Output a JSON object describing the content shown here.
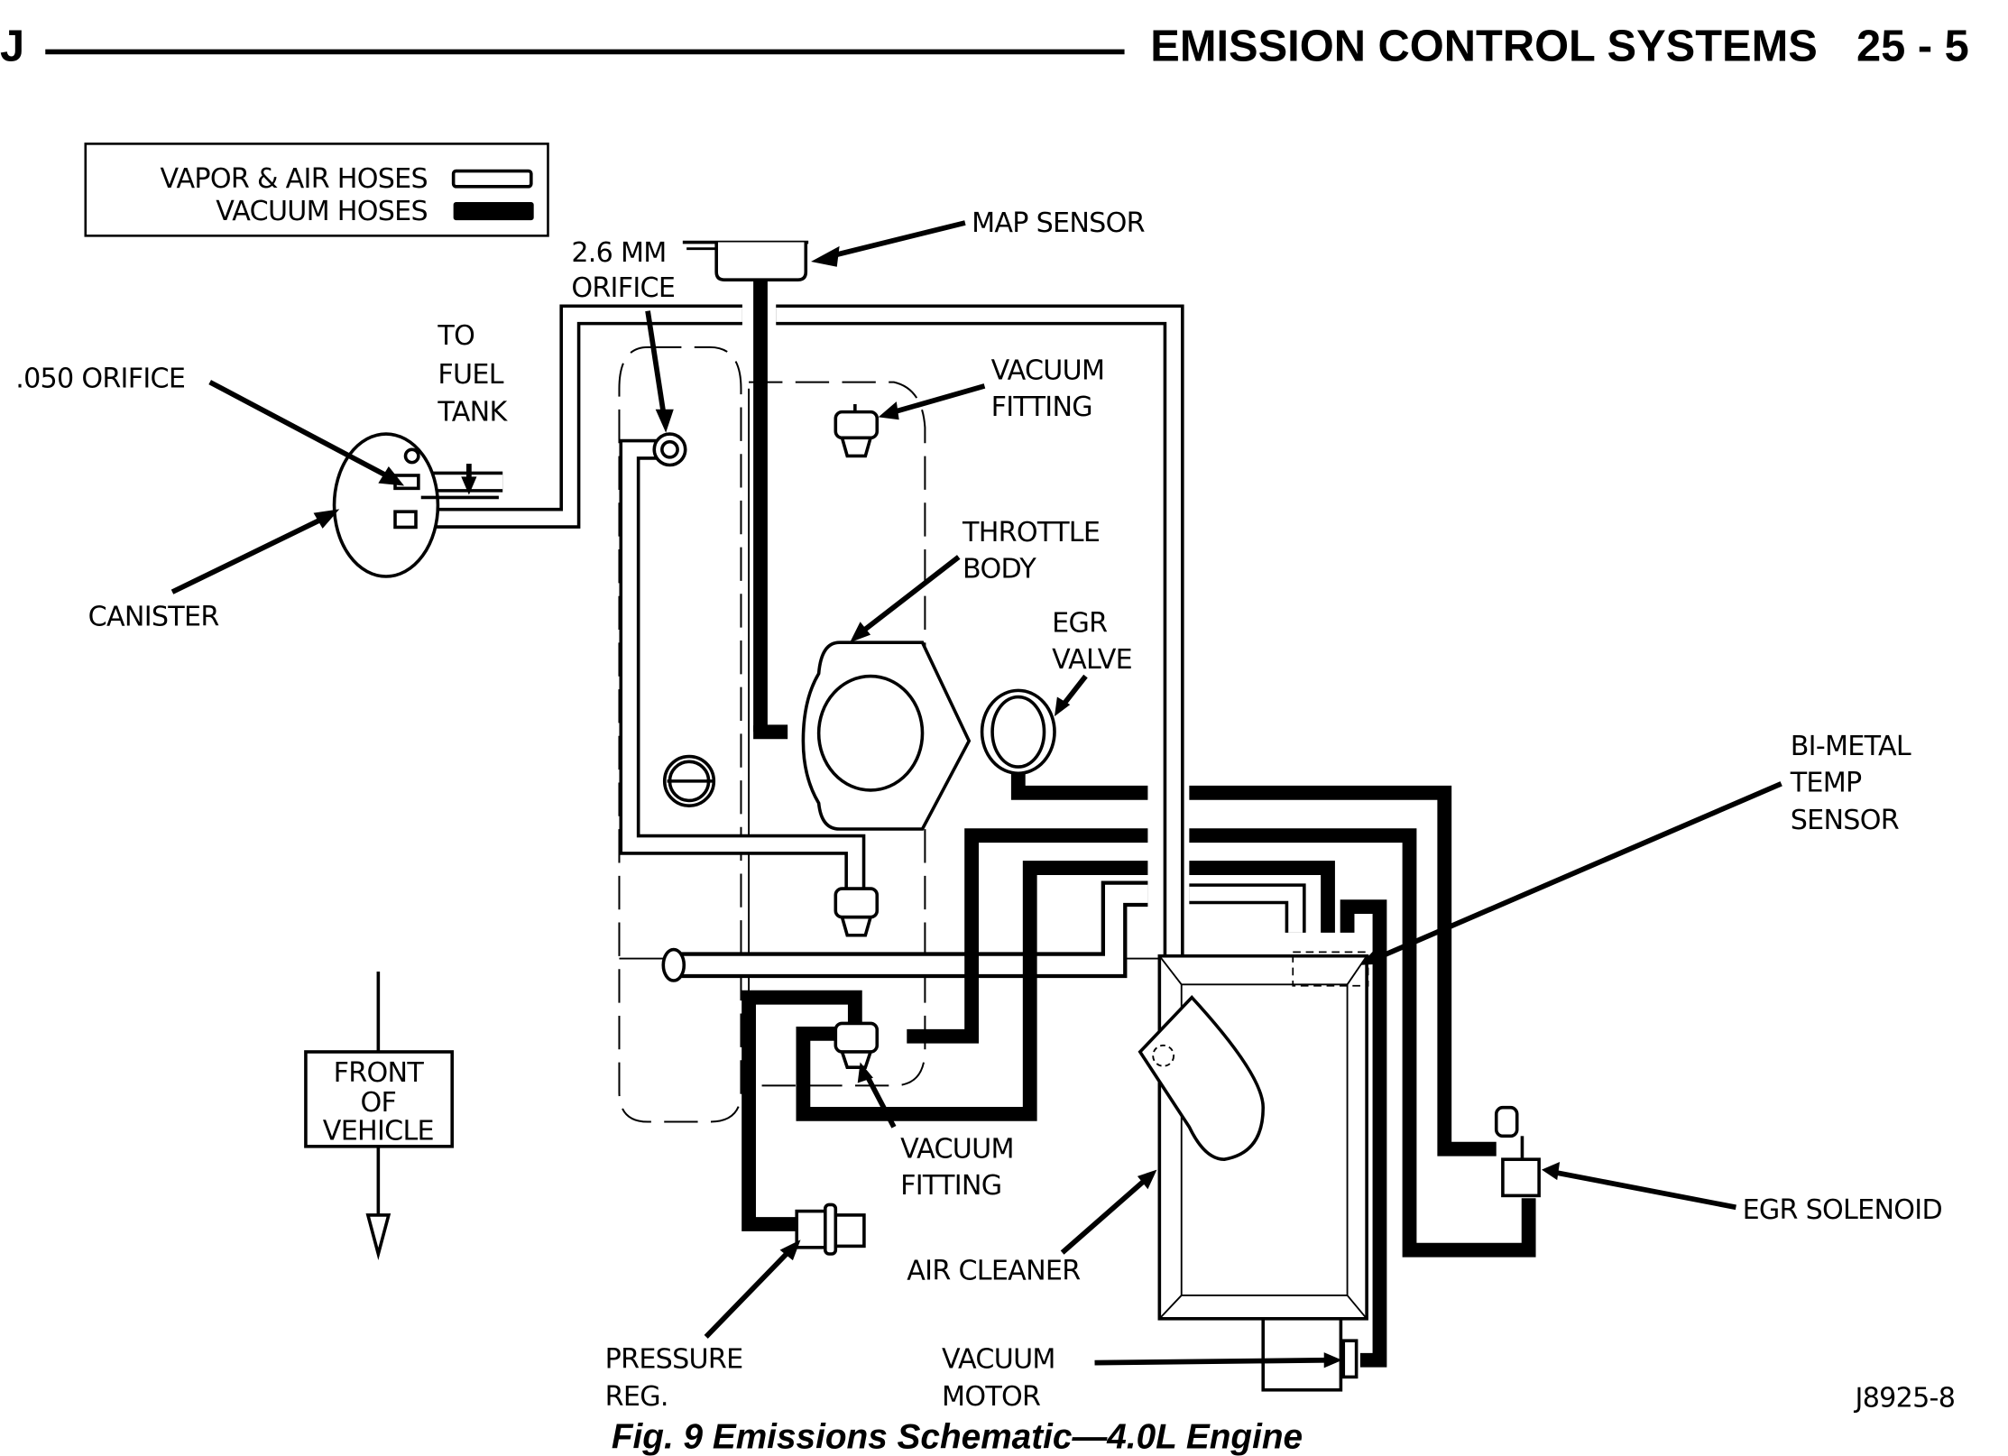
{
  "header": {
    "section_letter": "J",
    "title": "EMISSION CONTROL SYSTEMS",
    "page_number": "25 - 5"
  },
  "legend": {
    "items": [
      {
        "label": "VAPOR & AIR HOSES",
        "swatch": "outline"
      },
      {
        "label": "VACUUM HOSES",
        "swatch": "solid"
      }
    ]
  },
  "labels": {
    "map_sensor": "MAP SENSOR",
    "orifice_26_line1": "2.6 MM",
    "orifice_26_line2": "ORIFICE",
    "orifice_050": ".050 ORIFICE",
    "to_fuel_tank_line1": "TO",
    "to_fuel_tank_line2": "FUEL",
    "to_fuel_tank_line3": "TANK",
    "canister": "CANISTER",
    "vacuum_fitting_top_line1": "VACUUM",
    "vacuum_fitting_top_line2": "FITTING",
    "throttle_body_line1": "THROTTLE",
    "throttle_body_line2": "BODY",
    "egr_valve_line1": "EGR",
    "egr_valve_line2": "VALVE",
    "bimetal_line1": "BI-METAL",
    "bimetal_line2": "TEMP",
    "bimetal_line3": "SENSOR",
    "egr_solenoid": "EGR SOLENOID",
    "front_line1": "FRONT",
    "front_line2": "OF",
    "front_line3": "VEHICLE",
    "vacuum_fitting_bottom_line1": "VACUUM",
    "vacuum_fitting_bottom_line2": "FITTING",
    "air_cleaner": "AIR CLEANER",
    "pressure_reg_line1": "PRESSURE",
    "pressure_reg_line2": "REG.",
    "vacuum_motor_line1": "VACUUM",
    "vacuum_motor_line2": "MOTOR",
    "figure_id": "J8925-8"
  },
  "caption": "Fig. 9 Emissions Schematic—4.0L Engine"
}
